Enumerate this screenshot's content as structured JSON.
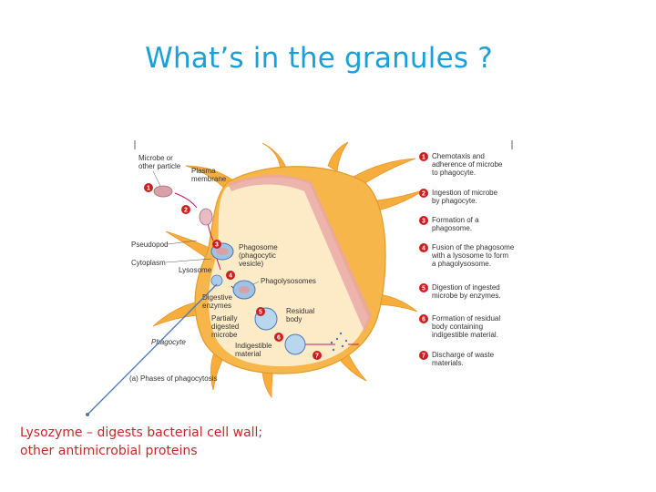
{
  "title": "What’s in the granules ?",
  "diagram": {
    "labels": {
      "microbe": [
        "Microbe or",
        "other particle"
      ],
      "plasma": [
        "Plasma",
        "membrane"
      ],
      "pseudopod": "Pseudopod",
      "cytoplasm": "Cytoplasm",
      "lysosome": "Lysosome",
      "phagosome": [
        "Phagosome",
        "(phagocytic",
        "vesicle)"
      ],
      "phagolysosomes": "Phagolysosomes",
      "digestive": [
        "Digestive",
        "enzymes"
      ],
      "partially": [
        "Partially",
        "digested",
        "microbe"
      ],
      "residual": [
        "Residual",
        "body"
      ],
      "indigestible": [
        "Indigestible",
        "material"
      ],
      "phagocyte": "Phagocyte",
      "caption": "(a)  Phases of phagocytosis"
    },
    "steps": [
      {
        "n": "1",
        "text": [
          "Chemotaxis and",
          "adherence of microbe",
          "to phagocyte."
        ]
      },
      {
        "n": "2",
        "text": [
          "Ingestion of microbe",
          "by phagocyte."
        ]
      },
      {
        "n": "3",
        "text": [
          "Formation of a",
          "phagosome."
        ]
      },
      {
        "n": "4",
        "text": [
          "Fusion of the phagosome",
          "with a lysosome to form",
          "a phagolysosome."
        ]
      },
      {
        "n": "5",
        "text": [
          "Digestion of ingested",
          "microbe by enzymes."
        ]
      },
      {
        "n": "6",
        "text": [
          "Formation of residual",
          "body containing",
          "indigestible material."
        ]
      },
      {
        "n": "7",
        "text": [
          "Discharge of waste",
          "materials."
        ]
      }
    ]
  },
  "annotation": {
    "line1": "Lysozyme – digests bacterial cell wall;",
    "line2": "other antimicrobial proteins"
  },
  "colors": {
    "title": "#1aa0d8",
    "annotation": "#c62828",
    "cell_body": "#f7b64a",
    "cell_interior": "#fdebc8",
    "step_bubble": "#cc1f1f",
    "pointer_line": "#4a78b5"
  }
}
